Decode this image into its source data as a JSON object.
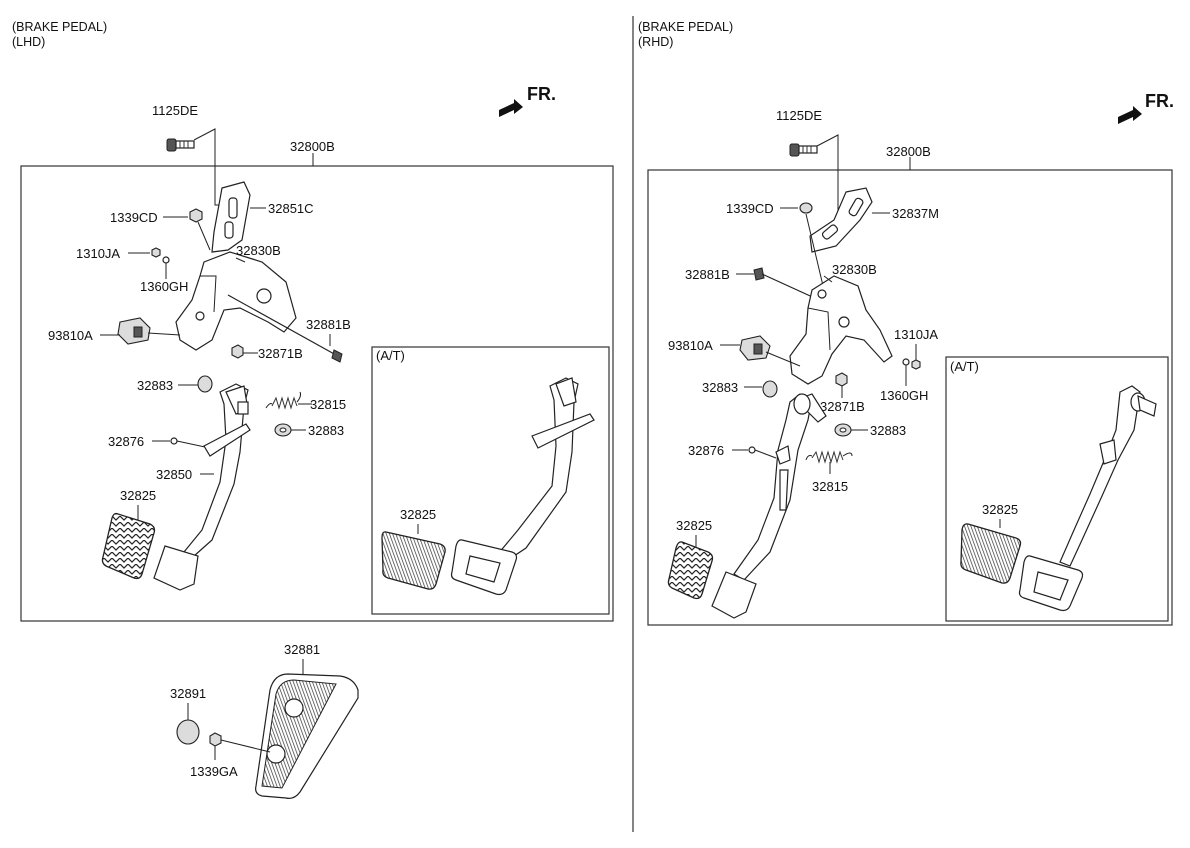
{
  "left_panel": {
    "heading_line1": "(BRAKE PEDAL)",
    "heading_line2": "(LHD)",
    "fr_label": "FR.",
    "callouts": {
      "bolt": "1125DE",
      "assembly": "32800B",
      "bracket": "32851C",
      "nut_top": "1339CD",
      "member": "32830B",
      "nut_small": "1310JA",
      "pin_small": "1360GH",
      "pivot_bolt": "32881B",
      "switch": "93810A",
      "nut_lower": "32871B",
      "bushing_left": "32883",
      "spring": "32815",
      "bushing_right": "32883",
      "clip": "32876",
      "arm": "32850",
      "pad": "32825"
    },
    "at_box": {
      "label": "(A/T)",
      "pad": "32825"
    },
    "pad_detail": {
      "pad": "32881",
      "cap": "32891",
      "nut": "1339GA"
    }
  },
  "right_panel": {
    "heading_line1": "(BRAKE PEDAL)",
    "heading_line2": "(RHD)",
    "fr_label": "FR.",
    "callouts": {
      "bolt": "1125DE",
      "assembly": "32800B",
      "nut_top": "1339CD",
      "bracket": "32837M",
      "pivot_bolt": "32881B",
      "member": "32830B",
      "nut_small": "1310JA",
      "switch": "93810A",
      "pin_small": "1360GH",
      "bushing_left": "32883",
      "nut_lower": "32871B",
      "bushing_right": "32883",
      "clip": "32876",
      "spring": "32815",
      "pad": "32825"
    },
    "at_box": {
      "label": "(A/T)",
      "pad": "32825"
    }
  }
}
